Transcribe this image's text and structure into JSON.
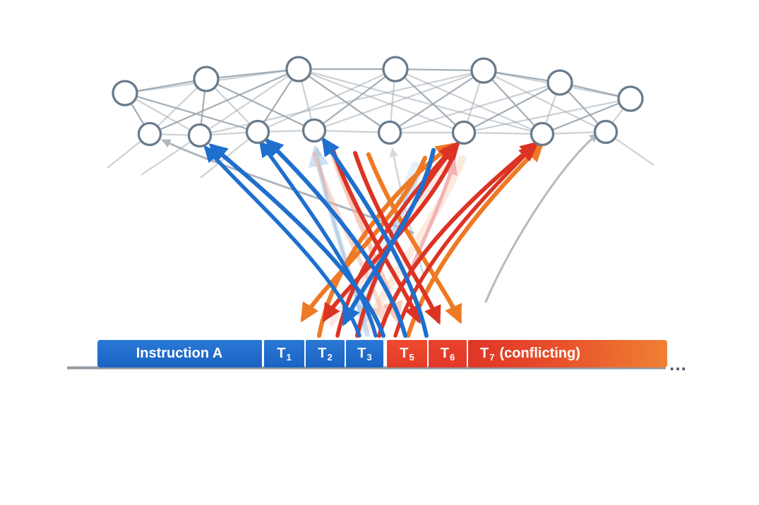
{
  "token_bar": {
    "tokens": [
      {
        "text": "Instruction A",
        "sub": "",
        "suffix": ""
      },
      {
        "text": "T",
        "sub": "1",
        "suffix": ""
      },
      {
        "text": "T",
        "sub": "2",
        "suffix": ""
      },
      {
        "text": "T",
        "sub": "3",
        "suffix": ""
      },
      {
        "text": "T",
        "sub": "5",
        "suffix": ""
      },
      {
        "text": "T",
        "sub": "6",
        "suffix": ""
      },
      {
        "text": "T",
        "sub": "7",
        "suffix": "(conflicting)"
      }
    ],
    "ellipsis": "…"
  },
  "network": {
    "top_node_count": 7,
    "bottom_node_count": 8
  },
  "colors": {
    "token_blue": "#1e6cc8",
    "token_red": "#e5402b",
    "token_orange_end": "#f08033",
    "arrow_blue": "#1e6fce",
    "arrow_light_blue": "#a9c9ec",
    "arrow_red": "#dc3424",
    "arrow_orange": "#ee7a25",
    "arrow_salmon": "#f2ab96",
    "arrow_pink": "#f0a3a8",
    "arrow_gray": "#a6aeb6",
    "node_stroke": "#697b8b",
    "edge_gray": "#9aa5af",
    "baseline_gray": "#868f99",
    "ellipsis_gray": "#525c66",
    "text_white": "#ffffff"
  }
}
